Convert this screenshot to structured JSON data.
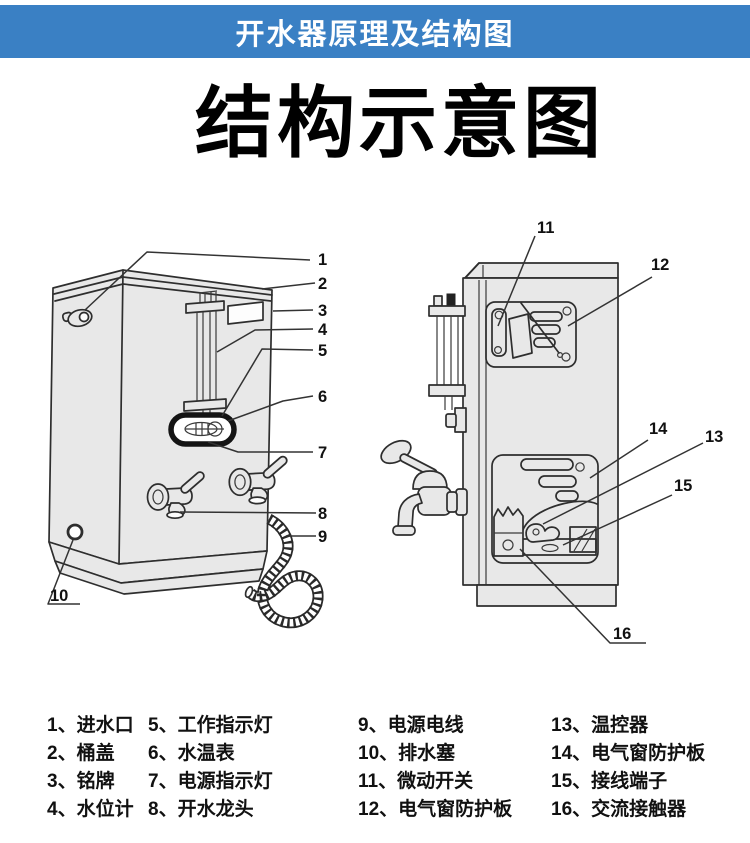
{
  "banner": {
    "title": "开水器原理及结构图"
  },
  "title": "结构示意图",
  "legend": {
    "col1": [
      "1、进水口",
      "2、桶盖",
      "3、铭牌",
      "4、水位计"
    ],
    "col2": [
      "5、工作指示灯",
      "6、水温表",
      "7、电源指示灯",
      "8、开水龙头"
    ],
    "col3": [
      "9、电源电线",
      "10、排水塞",
      "11、微动开关",
      "12、电气窗防护板"
    ],
    "col4": [
      "13、温控器",
      "14、电气窗防护板",
      "15、接线端子",
      "16、交流接触器"
    ]
  },
  "figures": {
    "left": {
      "callouts": [
        "1",
        "2",
        "3",
        "4",
        "5",
        "6",
        "7",
        "8",
        "9",
        "10"
      ]
    },
    "right": {
      "callouts": [
        "11",
        "12",
        "13",
        "14",
        "15",
        "16"
      ]
    }
  },
  "colors": {
    "banner_bg": "#3a80c4",
    "banner_text": "#ffffff",
    "line": "#2e2e2e",
    "cabinet_fill": "#e8e8e8"
  }
}
